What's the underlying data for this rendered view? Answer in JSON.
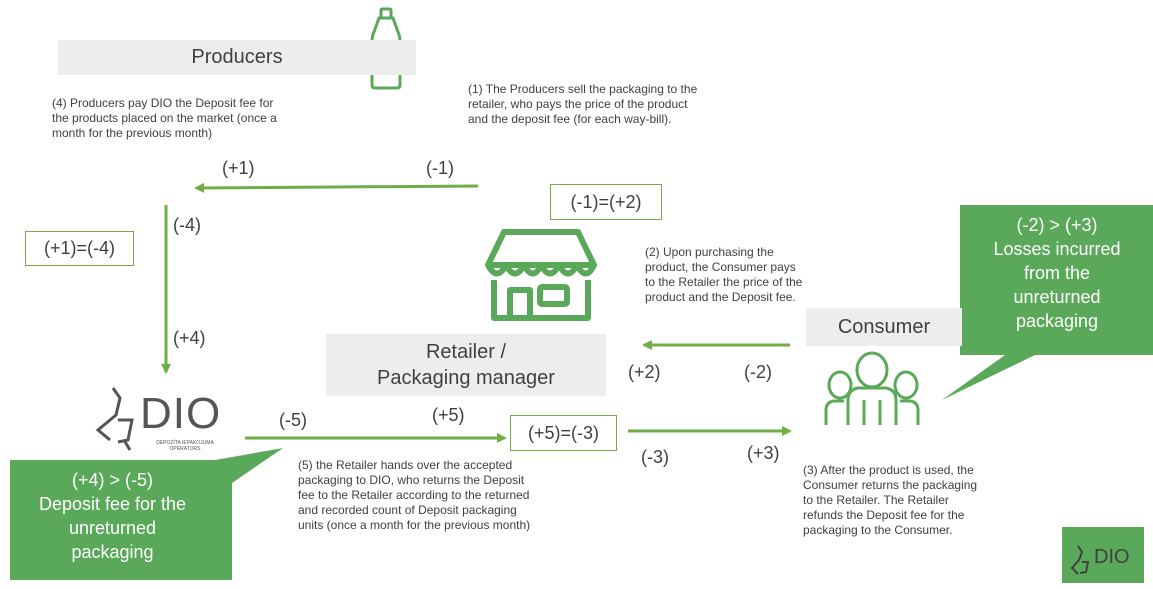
{
  "colors": {
    "accent_green": "#5aa85a",
    "arrow_green": "#70ad47",
    "box_gray": "#ededed",
    "text": "#404040"
  },
  "icons": [
    "bottle-icon",
    "shop-icon",
    "people-icon",
    "dio-logo"
  ],
  "producers": {
    "title": "Producers",
    "note4": "(4) Producers pay DIO the Deposit fee for the products placed on the market (once a month for the previous month)"
  },
  "note1": "(1) The Producers sell the packaging to the retailer, who pays the price of the product and the deposit fee (for each way-bill).",
  "note2": "(2) Upon purchasing the product, the Consumer pays to the Retailer the price of the product and the Deposit fee.",
  "note3": "(3) After the product is used, the Consumer returns the packaging to the Retailer. The Retailer refunds the Deposit fee for the packaging to the Consumer.",
  "note5": "(5) the Retailer hands over the accepted packaging to DIO, who returns the Deposit fee to the Retailer according to the returned and recorded count of Deposit packaging units (once a month for the previous month)",
  "retailer": {
    "line1": "Retailer /",
    "line2": "Packaging manager"
  },
  "consumer": {
    "title": "Consumer"
  },
  "dio": {
    "name": "DIO",
    "sub1": "DEPOZĪTA IEPAKOJUMA",
    "sub2": "OPERATORS"
  },
  "labels": {
    "plus1": "(+1)",
    "minus1": "(-1)",
    "minus4": "(-4)",
    "plus4": "(+4)",
    "minus5": "(-5)",
    "plus5": "(+5)",
    "plus2": "(+2)",
    "minus2": "(-2)",
    "minus3": "(-3)",
    "plus3": "(+3)"
  },
  "boxes": {
    "b1": "(-1)=(+2)",
    "b2": "(+1)=(-4)",
    "b3": "(+5)=(-3)"
  },
  "callouts": {
    "consumer": [
      "(-2) > (+3)",
      "Losses incurred",
      "from the",
      "unreturned",
      "packaging"
    ],
    "dio": [
      "(+4) > (-5)",
      "Deposit fee for the",
      "unreturned",
      "packaging"
    ]
  },
  "corner_logo": {
    "name": "DIO"
  }
}
